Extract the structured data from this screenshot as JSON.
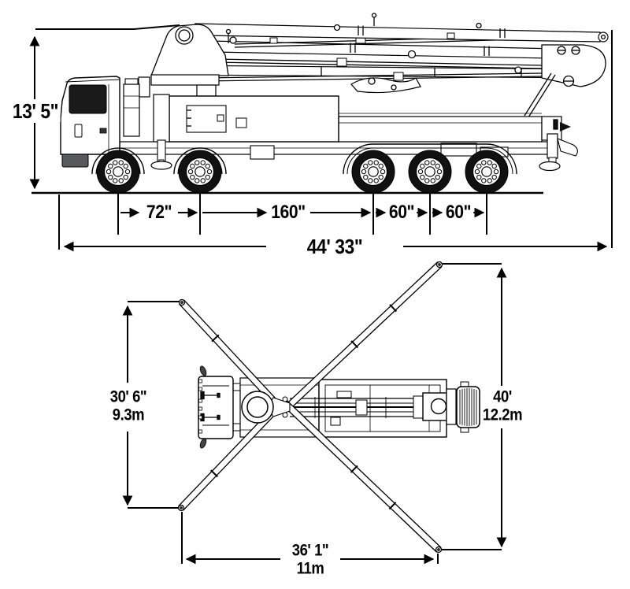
{
  "diagram": {
    "side_view": {
      "height": "13' 5\"",
      "axle_spacings": [
        "72\"",
        "160\"",
        "60\"",
        "60\""
      ],
      "overall_length": "44' 33\""
    },
    "top_view": {
      "width_ft": "30' 6\"",
      "width_m": "9.3m",
      "length_ft": "40'",
      "length_m": "12.2m",
      "span_ft": "36' 1\"",
      "span_m": "11m"
    }
  }
}
